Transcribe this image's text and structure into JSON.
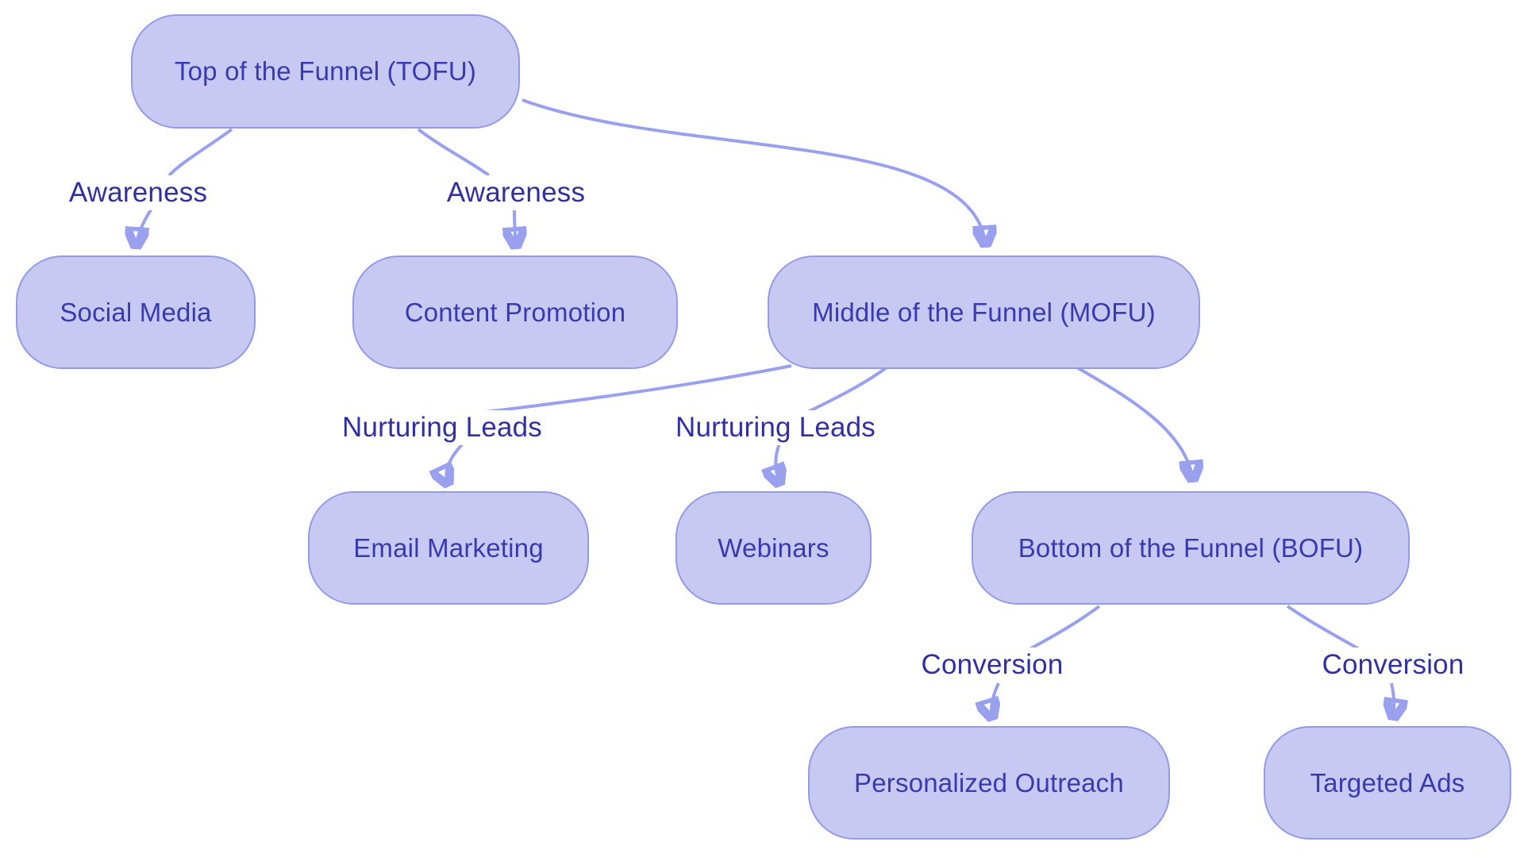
{
  "colors": {
    "background": "#ffffff",
    "node_fill": "#c7c9f3",
    "node_border": "#939ae6",
    "edge": "#99a0ed",
    "node_text": "#3a3ab0",
    "label_text": "#30309f"
  },
  "nodes": [
    {
      "id": "tofu",
      "label": "Top of the Funnel (TOFU)"
    },
    {
      "id": "social",
      "label": "Social Media"
    },
    {
      "id": "content",
      "label": "Content Promotion"
    },
    {
      "id": "mofu",
      "label": "Middle of the Funnel (MOFU)"
    },
    {
      "id": "email",
      "label": "Email Marketing"
    },
    {
      "id": "webinars",
      "label": "Webinars"
    },
    {
      "id": "bofu",
      "label": "Bottom of the Funnel (BOFU)"
    },
    {
      "id": "outreach",
      "label": "Personalized Outreach"
    },
    {
      "id": "ads",
      "label": "Targeted Ads"
    }
  ],
  "edges": [
    {
      "from": "tofu",
      "to": "social",
      "label": "Awareness"
    },
    {
      "from": "tofu",
      "to": "content",
      "label": "Awareness"
    },
    {
      "from": "tofu",
      "to": "mofu",
      "label": ""
    },
    {
      "from": "mofu",
      "to": "email",
      "label": "Nurturing Leads"
    },
    {
      "from": "mofu",
      "to": "webinars",
      "label": "Nurturing Leads"
    },
    {
      "from": "mofu",
      "to": "bofu",
      "label": ""
    },
    {
      "from": "bofu",
      "to": "outreach",
      "label": "Conversion"
    },
    {
      "from": "bofu",
      "to": "ads",
      "label": "Conversion"
    }
  ]
}
